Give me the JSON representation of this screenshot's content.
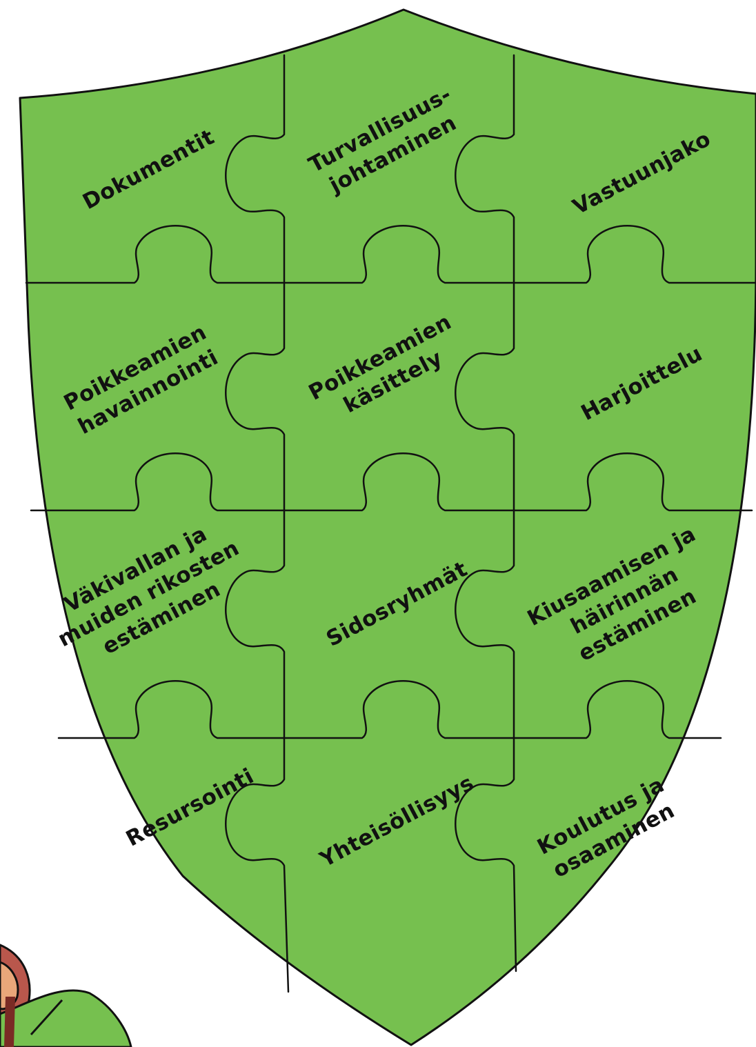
{
  "colors": {
    "shield_green": "#76c04f",
    "outline": "#111111",
    "figure_skin": "#e9a77a",
    "figure_hair": "#b9574c",
    "figure_shirt": "#76c04f",
    "figure_tool": "#7a2b25"
  },
  "pieces": [
    {
      "id": "dokumentit",
      "lines": [
        "Dokumentit"
      ]
    },
    {
      "id": "turvallisuusjohtaminen",
      "lines": [
        "Turvallisuus-",
        "johtaminen"
      ]
    },
    {
      "id": "vastuunjako",
      "lines": [
        "Vastuunjako"
      ]
    },
    {
      "id": "poikkeamien-havainnointi",
      "lines": [
        "Poikkeamien",
        "havainnointi"
      ]
    },
    {
      "id": "poikkeamien-kasittely",
      "lines": [
        "Poikkeamien",
        "käsittely"
      ]
    },
    {
      "id": "harjoittelu",
      "lines": [
        "Harjoittelu"
      ]
    },
    {
      "id": "vakivallan-estaminen",
      "lines": [
        "Väkivallan ja",
        "muiden rikosten",
        "estäminen"
      ]
    },
    {
      "id": "sidosryhmat",
      "lines": [
        "Sidosryhmät"
      ]
    },
    {
      "id": "kiusaamisen-estaminen",
      "lines": [
        "Kiusaamisen ja",
        "häirinnän",
        "estäminen"
      ]
    },
    {
      "id": "resursointi",
      "lines": [
        "Resursointi"
      ]
    },
    {
      "id": "yhteisollisyys",
      "lines": [
        "Yhteisöllisyys"
      ]
    },
    {
      "id": "koulutus-osaaminen",
      "lines": [
        "Koulutus ja",
        "osaaminen"
      ]
    }
  ]
}
